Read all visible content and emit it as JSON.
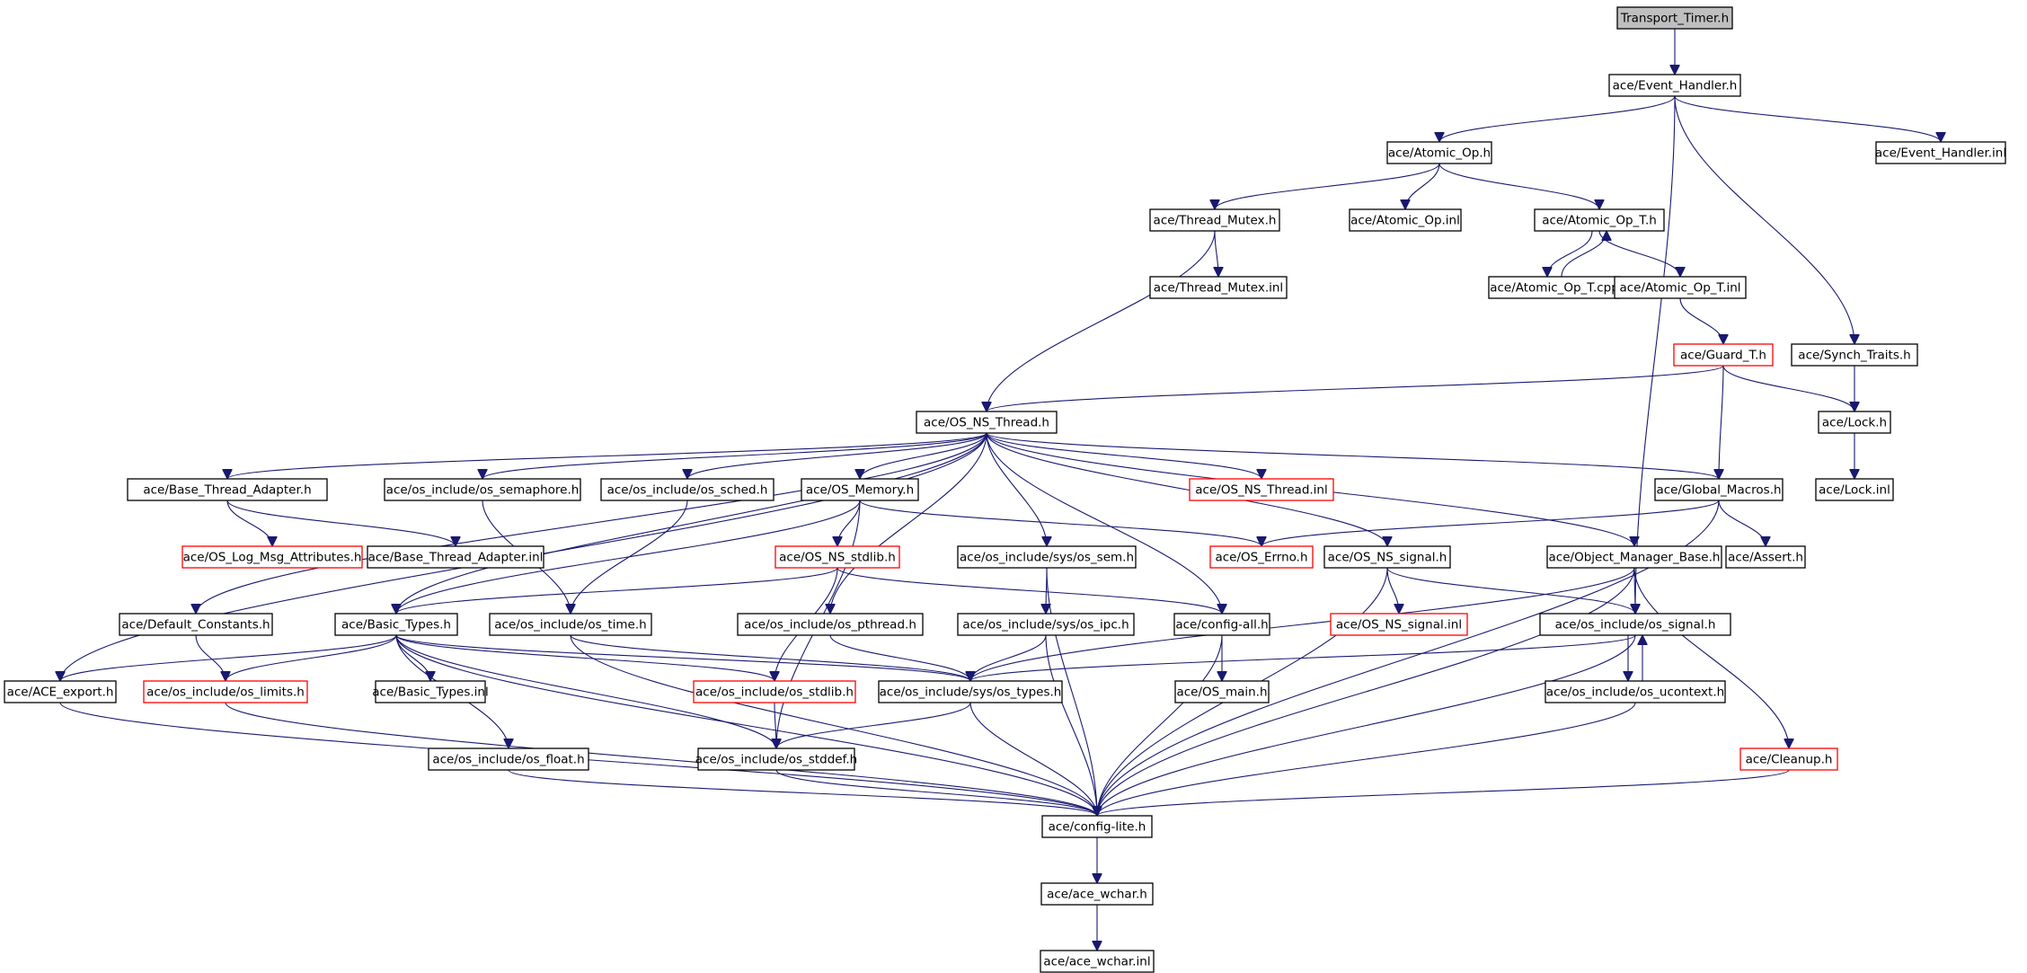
{
  "colors": {
    "edge": "#191970",
    "node_border": "#000000",
    "missing_node_border": "#ff0000",
    "root_fill": "#bfbfbf",
    "background": "#ffffff"
  },
  "graph": {
    "nodes": [
      {
        "id": "n0",
        "label": "Transport_Timer.h",
        "style": "root"
      },
      {
        "id": "n1",
        "label": "ace/Event_Handler.h",
        "style": "normal"
      },
      {
        "id": "n2",
        "label": "ace/Atomic_Op.h",
        "style": "normal"
      },
      {
        "id": "n3",
        "label": "ace/Event_Handler.inl",
        "style": "normal"
      },
      {
        "id": "n4",
        "label": "ace/Thread_Mutex.h",
        "style": "normal"
      },
      {
        "id": "n5",
        "label": "ace/Atomic_Op.inl",
        "style": "normal"
      },
      {
        "id": "n6",
        "label": "ace/Atomic_Op_T.h",
        "style": "normal"
      },
      {
        "id": "n7",
        "label": "ace/Thread_Mutex.inl",
        "style": "normal"
      },
      {
        "id": "n8",
        "label": "ace/Atomic_Op_T.cpp",
        "style": "normal"
      },
      {
        "id": "n9",
        "label": "ace/Atomic_Op_T.inl",
        "style": "normal"
      },
      {
        "id": "n10",
        "label": "ace/Guard_T.h",
        "style": "missing"
      },
      {
        "id": "n11",
        "label": "ace/Synch_Traits.h",
        "style": "normal"
      },
      {
        "id": "n12",
        "label": "ace/OS_NS_Thread.h",
        "style": "normal"
      },
      {
        "id": "n13",
        "label": "ace/Lock.h",
        "style": "normal"
      },
      {
        "id": "n14",
        "label": "ace/Base_Thread_Adapter.h",
        "style": "normal"
      },
      {
        "id": "n15",
        "label": "ace/os_include/os_semaphore.h",
        "style": "normal"
      },
      {
        "id": "n16",
        "label": "ace/os_include/os_sched.h",
        "style": "normal"
      },
      {
        "id": "n17",
        "label": "ace/OS_Memory.h",
        "style": "normal"
      },
      {
        "id": "n18",
        "label": "ace/OS_NS_Thread.inl",
        "style": "missing"
      },
      {
        "id": "n19",
        "label": "ace/Global_Macros.h",
        "style": "normal"
      },
      {
        "id": "n20",
        "label": "ace/Lock.inl",
        "style": "normal"
      },
      {
        "id": "n21",
        "label": "ace/OS_Log_Msg_Attributes.h",
        "style": "missing"
      },
      {
        "id": "n22",
        "label": "ace/Base_Thread_Adapter.inl",
        "style": "normal"
      },
      {
        "id": "n23",
        "label": "ace/OS_NS_stdlib.h",
        "style": "missing"
      },
      {
        "id": "n24",
        "label": "ace/os_include/sys/os_sem.h",
        "style": "normal"
      },
      {
        "id": "n25",
        "label": "ace/OS_Errno.h",
        "style": "missing"
      },
      {
        "id": "n26",
        "label": "ace/OS_NS_signal.h",
        "style": "normal"
      },
      {
        "id": "n27",
        "label": "ace/Object_Manager_Base.h",
        "style": "normal"
      },
      {
        "id": "n28",
        "label": "ace/Assert.h",
        "style": "normal"
      },
      {
        "id": "n29",
        "label": "ace/Default_Constants.h",
        "style": "normal"
      },
      {
        "id": "n30",
        "label": "ace/Basic_Types.h",
        "style": "normal"
      },
      {
        "id": "n31",
        "label": "ace/os_include/os_time.h",
        "style": "normal"
      },
      {
        "id": "n32",
        "label": "ace/os_include/os_pthread.h",
        "style": "normal"
      },
      {
        "id": "n33",
        "label": "ace/os_include/sys/os_ipc.h",
        "style": "normal"
      },
      {
        "id": "n34",
        "label": "ace/config-all.h",
        "style": "normal"
      },
      {
        "id": "n35",
        "label": "ace/OS_NS_signal.inl",
        "style": "missing"
      },
      {
        "id": "n36",
        "label": "ace/os_include/os_signal.h",
        "style": "normal"
      },
      {
        "id": "n37",
        "label": "ace/ACE_export.h",
        "style": "normal"
      },
      {
        "id": "n38",
        "label": "ace/os_include/os_limits.h",
        "style": "missing"
      },
      {
        "id": "n39",
        "label": "ace/Basic_Types.inl",
        "style": "normal"
      },
      {
        "id": "n40",
        "label": "ace/os_include/os_stdlib.h",
        "style": "missing"
      },
      {
        "id": "n41",
        "label": "ace/os_include/sys/os_types.h",
        "style": "normal"
      },
      {
        "id": "n42",
        "label": "ace/OS_main.h",
        "style": "normal"
      },
      {
        "id": "n43",
        "label": "ace/os_include/os_ucontext.h",
        "style": "normal"
      },
      {
        "id": "n44",
        "label": "ace/os_include/os_float.h",
        "style": "normal"
      },
      {
        "id": "n45",
        "label": "ace/os_include/os_stddef.h",
        "style": "normal"
      },
      {
        "id": "n46",
        "label": "ace/Cleanup.h",
        "style": "missing"
      },
      {
        "id": "n47",
        "label": "ace/config-lite.h",
        "style": "normal"
      },
      {
        "id": "n48",
        "label": "ace/ace_wchar.h",
        "style": "normal"
      },
      {
        "id": "n49",
        "label": "ace/ace_wchar.inl",
        "style": "normal"
      }
    ],
    "edges": [
      [
        "n0",
        "n1"
      ],
      [
        "n1",
        "n2"
      ],
      [
        "n1",
        "n3"
      ],
      [
        "n1",
        "n11"
      ],
      [
        "n1",
        "n36"
      ],
      [
        "n2",
        "n4"
      ],
      [
        "n2",
        "n5"
      ],
      [
        "n2",
        "n6"
      ],
      [
        "n4",
        "n7"
      ],
      [
        "n4",
        "n12"
      ],
      [
        "n6",
        "n8"
      ],
      [
        "n8",
        "n6"
      ],
      [
        "n6",
        "n9"
      ],
      [
        "n9",
        "n10"
      ],
      [
        "n10",
        "n12"
      ],
      [
        "n10",
        "n13"
      ],
      [
        "n10",
        "n19"
      ],
      [
        "n11",
        "n13"
      ],
      [
        "n13",
        "n20"
      ],
      [
        "n12",
        "n14"
      ],
      [
        "n12",
        "n15"
      ],
      [
        "n12",
        "n16"
      ],
      [
        "n12",
        "n17"
      ],
      [
        "n12",
        "n18"
      ],
      [
        "n12",
        "n19"
      ],
      [
        "n12",
        "n24"
      ],
      [
        "n12",
        "n26"
      ],
      [
        "n12",
        "n27"
      ],
      [
        "n12",
        "n32"
      ],
      [
        "n12",
        "n34"
      ],
      [
        "n12",
        "n29"
      ],
      [
        "n12",
        "n30"
      ],
      [
        "n12",
        "n37"
      ],
      [
        "n14",
        "n21"
      ],
      [
        "n14",
        "n22"
      ],
      [
        "n15",
        "n31"
      ],
      [
        "n16",
        "n31"
      ],
      [
        "n17",
        "n23"
      ],
      [
        "n17",
        "n25"
      ],
      [
        "n17",
        "n30"
      ],
      [
        "n17",
        "n45"
      ],
      [
        "n19",
        "n25"
      ],
      [
        "n19",
        "n28"
      ],
      [
        "n19",
        "n47"
      ],
      [
        "n23",
        "n30"
      ],
      [
        "n23",
        "n34"
      ],
      [
        "n23",
        "n40"
      ],
      [
        "n24",
        "n33"
      ],
      [
        "n24",
        "n47"
      ],
      [
        "n26",
        "n35"
      ],
      [
        "n26",
        "n36"
      ],
      [
        "n26",
        "n47"
      ],
      [
        "n27",
        "n36"
      ],
      [
        "n27",
        "n41"
      ],
      [
        "n27",
        "n46"
      ],
      [
        "n27",
        "n47"
      ],
      [
        "n29",
        "n38"
      ],
      [
        "n30",
        "n37"
      ],
      [
        "n30",
        "n38"
      ],
      [
        "n30",
        "n39"
      ],
      [
        "n30",
        "n40"
      ],
      [
        "n30",
        "n41"
      ],
      [
        "n30",
        "n44"
      ],
      [
        "n30",
        "n45"
      ],
      [
        "n30",
        "n47"
      ],
      [
        "n31",
        "n41"
      ],
      [
        "n31",
        "n47"
      ],
      [
        "n32",
        "n41"
      ],
      [
        "n33",
        "n41"
      ],
      [
        "n33",
        "n47"
      ],
      [
        "n34",
        "n42"
      ],
      [
        "n34",
        "n47"
      ],
      [
        "n36",
        "n41"
      ],
      [
        "n36",
        "n43"
      ],
      [
        "n43",
        "n36"
      ],
      [
        "n36",
        "n47"
      ],
      [
        "n37",
        "n47"
      ],
      [
        "n38",
        "n47"
      ],
      [
        "n40",
        "n45"
      ],
      [
        "n41",
        "n45"
      ],
      [
        "n41",
        "n47"
      ],
      [
        "n43",
        "n47"
      ],
      [
        "n44",
        "n47"
      ],
      [
        "n45",
        "n47"
      ],
      [
        "n46",
        "n47"
      ],
      [
        "n47",
        "n48"
      ],
      [
        "n48",
        "n49"
      ]
    ]
  }
}
